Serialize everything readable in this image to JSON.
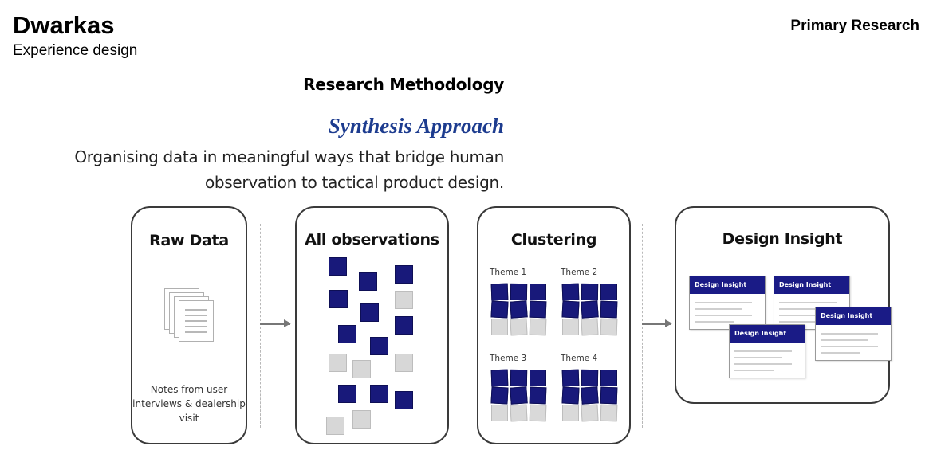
{
  "header": {
    "brand_title": "Dwarkas",
    "brand_subtitle": "Experience design",
    "section_label": "Primary Research"
  },
  "intro": {
    "methodology_title": "Research Methodology",
    "approach_title": "Synthesis Approach",
    "approach_description": "Organising data in meaningful ways that bridge human observation to tactical product design."
  },
  "stages": {
    "raw": {
      "title": "Raw Data",
      "caption": "Notes from user interviews & dealership visit"
    },
    "observations": {
      "title": "All observations"
    },
    "clustering": {
      "title": "Clustering",
      "themes": [
        "Theme 1",
        "Theme 2",
        "Theme 3",
        "Theme 4"
      ]
    },
    "insight": {
      "title": "Design Insight",
      "card_label": "Design Insight",
      "card_count": 4
    }
  },
  "colors": {
    "accent_navy": "#18197a",
    "approach_blue": "#1d3c8f",
    "sticky_grey": "#d7d7d7"
  }
}
